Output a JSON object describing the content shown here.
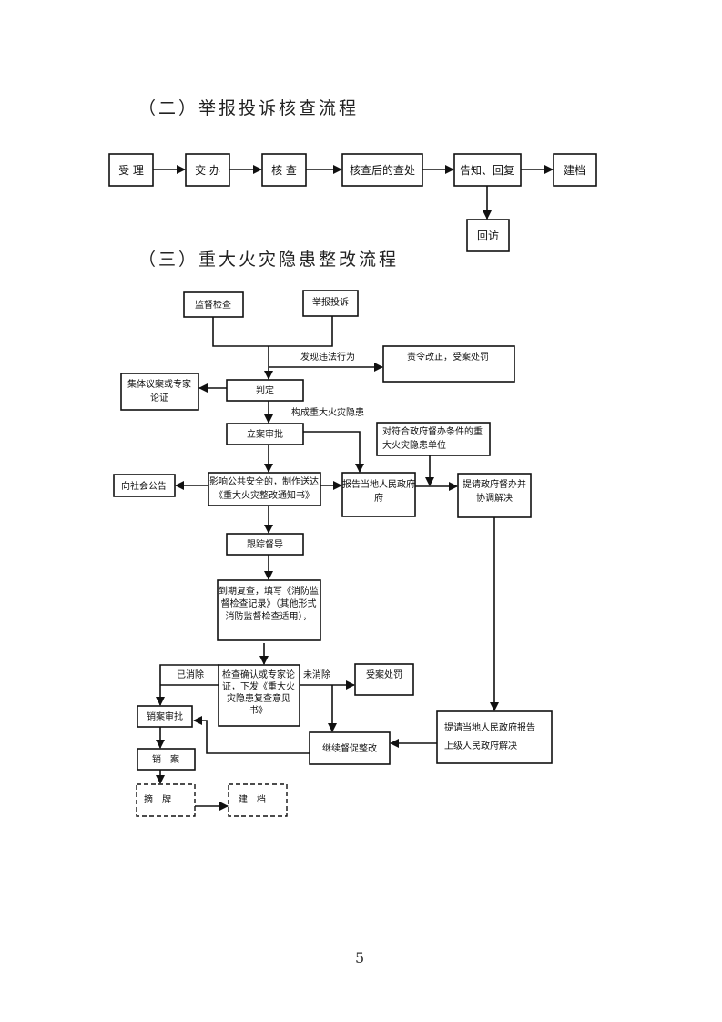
{
  "section2": {
    "title": "（二）举报投诉核查流程",
    "steps": [
      "受 理",
      "交 办",
      "核 查",
      "核查后的查处",
      "告知、回复",
      "建档"
    ],
    "branch": "回访"
  },
  "section3": {
    "title": "（三）重大火灾隐患整改流程",
    "nodes": {
      "supervision_check": "监督检查",
      "report_complaint": "举报投诉",
      "order_correct": "责令改正，受案处罚",
      "collective_review": [
        "集体议案或专家",
        "论证"
      ],
      "judgment": "判定",
      "case_approval": "立案审批",
      "gov_supervision_units": [
        "对符合政府督办条件的重",
        "大火灾隐患单位"
      ],
      "public_notice": "向社会公告",
      "send_notice": [
        "影响公共安全的，制作送达",
        "《重大火灾整改通知书》"
      ],
      "report_local_gov": [
        "报告当地人民政府",
        "府"
      ],
      "request_gov": [
        "提请政府督办并",
        "协调解决"
      ],
      "follow_up": "跟踪督导",
      "recheck": [
        "到期复查，填写《消防监",
        "督检查记录》（其他形式",
        "消防监督检查适用），"
      ],
      "confirm": [
        "检查确认或专家论",
        "证，下发《重大火",
        "灾隐患复查意见",
        "书》"
      ],
      "penalty": "受案处罚",
      "close_approval": "销案审批",
      "continue_urge": "继续督促整改",
      "report_upper": [
        "提请当地人民政府报告",
        "上级人民政府解决"
      ],
      "close_case": "销　案",
      "remove_plate": "摘　牌",
      "archive": "建　档"
    },
    "labels": {
      "violation_found": "发现违法行为",
      "major_hazard": "构成重大火灾隐患",
      "eliminated": "已消除",
      "not_eliminated": "未消除"
    }
  },
  "page_number": "5"
}
